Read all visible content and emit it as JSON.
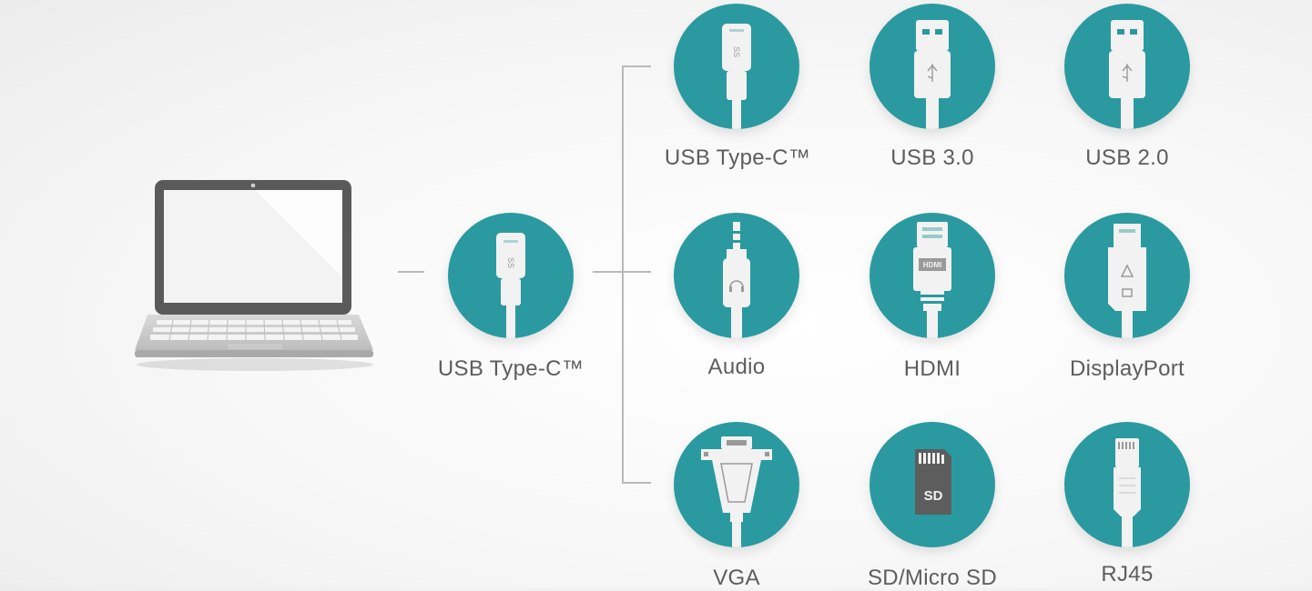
{
  "source": {
    "label": "USB Type-C™",
    "icon": "usb-c-connector-icon"
  },
  "host": {
    "icon": "laptop-icon"
  },
  "ports": [
    {
      "id": "usb-c",
      "label": "USB Type-C™",
      "icon": "usb-c-connector-icon"
    },
    {
      "id": "usb3",
      "label": "USB 3.0",
      "icon": "usb-a-connector-icon"
    },
    {
      "id": "usb2",
      "label": "USB 2.0",
      "icon": "usb-a-connector-icon"
    },
    {
      "id": "audio",
      "label": "Audio",
      "icon": "audio-jack-icon"
    },
    {
      "id": "hdmi",
      "label": "HDMI",
      "icon": "hdmi-connector-icon",
      "connector_text": "HDMI"
    },
    {
      "id": "displayport",
      "label": "DisplayPort",
      "icon": "displayport-connector-icon"
    },
    {
      "id": "vga",
      "label": "VGA",
      "icon": "vga-connector-icon"
    },
    {
      "id": "sd",
      "label": "SD/Micro SD",
      "icon": "sd-card-icon",
      "card_text": "SD"
    },
    {
      "id": "rj45",
      "label": "RJ45",
      "icon": "rj45-connector-icon"
    }
  ],
  "colors": {
    "accent": "#2a9aa0",
    "connector": "#f2f2f2",
    "line": "#b9b9b9",
    "text": "#5d5d5d"
  }
}
